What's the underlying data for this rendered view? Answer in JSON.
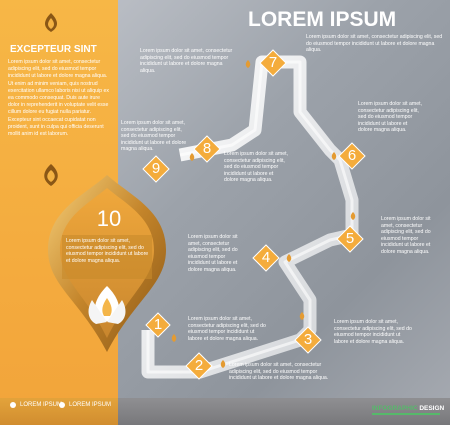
{
  "header": {
    "title": "LOREM IPSUM",
    "subtitle": "Lorem ipsum dolor sit amet, consectetur adipiscing elit, sed do eiusmod tempor incididunt ut labore et dolore magna aliqua."
  },
  "side": {
    "title": "EXCEPTEUR SINT",
    "body": "Lorem ipsum dolor sit amet, consectetur adipiscing elit, sed do eiusmod tempor incididunt ut labore et dolore magna aliqua. Ut enim ad minim veniam, quis nostrud exercitation ullamco laboris nisi ut aliquip ex ea commodo consequat. Duis aute irure dolor in reprehenderit in voluptate velit esse cillum dolore eu fugiat nulla pariatur. Excepteur sint occaecat cupidatat non proident, sunt in culpa qui officia deserunt mollit anim id est laborum."
  },
  "badge": {
    "number": "10",
    "text": "Lorem ipsum dolor sit amet, consectetur adipiscing elit, sed do eiusmod tempor incididunt ut labore et dolore magna aliqua."
  },
  "steps": [
    {
      "number": "1",
      "text": "Lorem ipsum dolor sit amet, consectetur adipiscing elit, sed do eiusmod tempor incididunt ut labore et dolore magna aliqua."
    },
    {
      "number": "2",
      "text": "Lorem ipsum dolor sit amet, consectetur adipiscing elit, sed do eiusmod tempor incididunt ut labore et dolore magna aliqua."
    },
    {
      "number": "3",
      "text": "Lorem ipsum dolor sit amet, consectetur adipiscing elit, sed do eiusmod tempor incididunt ut labore et dolore magna aliqua."
    },
    {
      "number": "4",
      "text": "Lorem ipsum dolor sit amet, consectetur adipiscing elit, sed do eiusmod tempor incididunt ut labore et dolore magna aliqua."
    },
    {
      "number": "5",
      "text": "Lorem ipsum dolor sit amet, consectetur adipiscing elit, sed do eiusmod tempor incididunt ut labore et dolore magna aliqua."
    },
    {
      "number": "6",
      "text": "Lorem ipsum dolor sit amet, consectetur adipiscing elit, sed do eiusmod tempor incididunt ut labore et dolore magna aliqua."
    },
    {
      "number": "7",
      "text": "Lorem ipsum dolor sit amet, consectetur adipiscing elit, sed do eiusmod tempor incididunt ut labore et dolore magna aliqua."
    },
    {
      "number": "8",
      "text": "Lorem ipsum dolor sit amet, consectetur adipiscing elit, sed do eiusmod tempor incididunt ut labore et dolore magna aliqua."
    },
    {
      "number": "9",
      "text": "Lorem ipsum dolor sit amet, consectetur adipiscing elit, sed do eiusmod tempor incididunt ut labore et dolore magna aliqua."
    }
  ],
  "footer": {
    "legend1": "LOREM IPSUM",
    "legend2": "LOREM IPSUM",
    "brand1": "INFOGRAPHIC",
    "brand2": "DESIGN"
  },
  "colors": {
    "orange": "#f4ac3c",
    "gold": "#c58a2a",
    "grey": "#9ca2aa",
    "green": "#56b96a"
  },
  "icons": {
    "lotus": "lotus-ornament-icon",
    "dot": "legend-dot-icon"
  }
}
